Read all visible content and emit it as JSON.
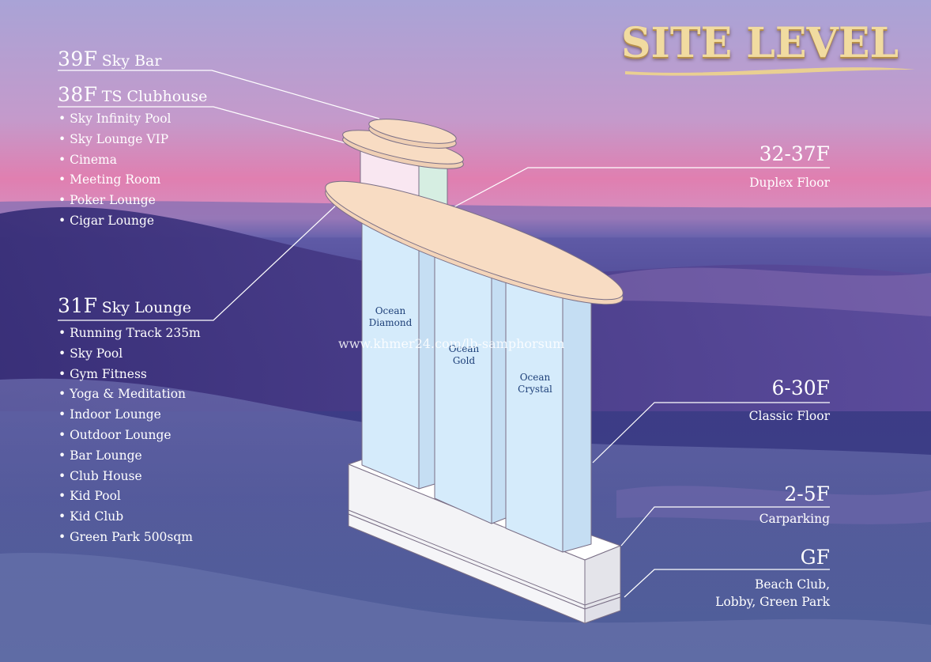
{
  "title": "SITE LEVEL",
  "watermark": "www.khmer24.com/lb-samphorsum",
  "left_top": [
    {
      "floor": "39F",
      "name": "Sky Bar",
      "items": []
    },
    {
      "floor": "38F",
      "name": "TS Clubhouse",
      "items": [
        "Sky Infinity Pool",
        "Sky Lounge VIP",
        "Cinema",
        "Meeting Room",
        "Poker Lounge",
        "Cigar Lounge"
      ]
    }
  ],
  "left_bottom": {
    "floor": "31F",
    "name": "Sky Lounge",
    "items": [
      "Running Track 235m",
      "Sky Pool",
      "Gym Fitness",
      "Yoga & Meditation",
      "Indoor Lounge",
      "Outdoor Lounge",
      "Bar Lounge",
      "Club House",
      "Kid Pool",
      "Kid Club",
      "Green Park 500sqm"
    ]
  },
  "right": [
    {
      "floor": "32-37F",
      "desc": "Duplex Floor"
    },
    {
      "floor": "6-30F",
      "desc": "Classic Floor"
    },
    {
      "floor": "2-5F",
      "desc": "Carparking"
    },
    {
      "floor": "GF",
      "desc1": "Beach Club,",
      "desc2": "Lobby, Green Park"
    }
  ],
  "towers": [
    {
      "line1": "Ocean",
      "line2": "Diamond"
    },
    {
      "line1": "Ocean",
      "line2": "Gold"
    },
    {
      "line1": "Ocean",
      "line2": "Crystal"
    }
  ],
  "colors": {
    "sky_top": "#b8a7d6",
    "sky_pink": "#d77fb3",
    "sea": "#3a2f7a",
    "deck": "#f7dcc3",
    "tower": "#d6ecfb",
    "podium": "#f4f4f6",
    "title_gold": "#f1dba0"
  }
}
